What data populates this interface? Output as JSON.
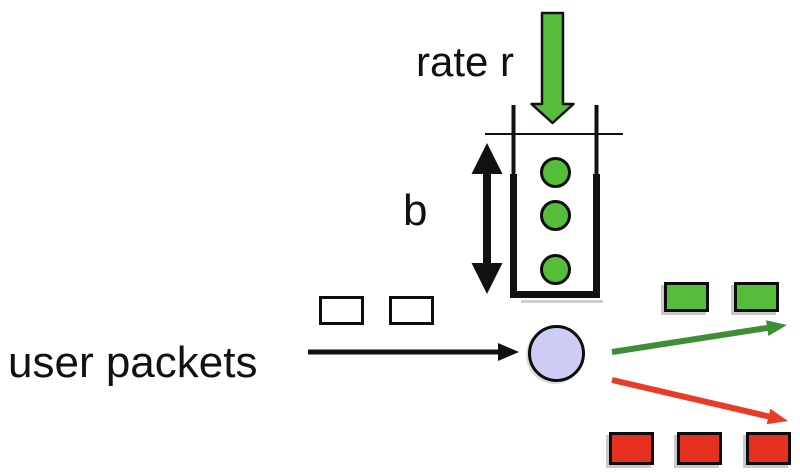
{
  "labels": {
    "rate": "rate r",
    "bucket_depth": "b",
    "input": "user packets"
  },
  "colors": {
    "black": "#111111",
    "white": "#ffffff",
    "bright_green": "#55bd3a",
    "dark_green": "#3e8e38",
    "red": "#e63120",
    "red_arrow": "#ea3a28",
    "lavender": "#ccccf4",
    "shadow_gray": "#c6c6c6"
  },
  "counts": {
    "tokens_in_bucket": 3,
    "input_packets": 2,
    "conforming_packets": 2,
    "nonconforming_packets": 3
  }
}
